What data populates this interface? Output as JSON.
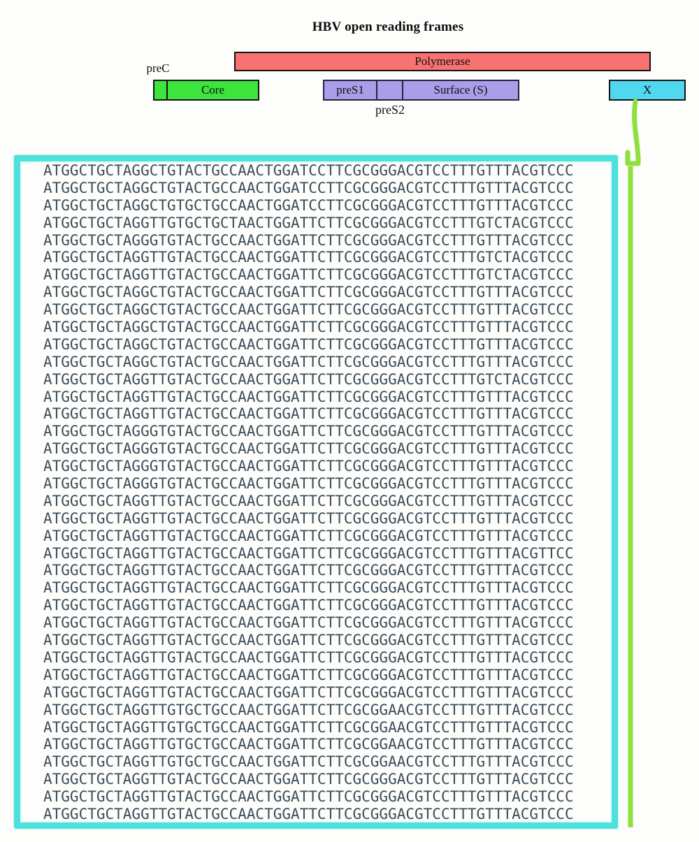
{
  "figure": {
    "title": "HBV open reading frames",
    "orf_map": {
      "polymerase_label": "Polymerase",
      "preC_label": "preC",
      "core_label": "Core",
      "preS1_label": "preS1",
      "preS2_label": "preS2",
      "surface_label": "Surface (S)",
      "x_label": "X"
    },
    "colors": {
      "polymerase": "#f87272",
      "core": "#3ce43c",
      "surface": "#ab9de9",
      "x_gene": "#4fd8ee",
      "seq_box_border": "#4ce1da",
      "connector": "#8ee03e"
    },
    "sequences": [
      "ATGGCTGCTAGGCTGTACTGCCAACTGGATCCTTCGCGGGACGTCCTTTGTTTACGTCCC",
      "ATGGCTGCTAGGCTGTACTGCCAACTGGATCCTTCGCGGGACGTCCTTTGTTTACGTCCC",
      "ATGGCTGCTAGGCTGTGCTGCCAACTGGATCCTTCGCGGGACGTCCTTTGTTTACGTCCC",
      "ATGGCTGCTAGGTTGTGCTGCTAACTGGATTCTTCGCGGGACGTCCTTTGTCTACGTCCC",
      "ATGGCTGCTAGGGTGTACTGCCAACTGGATTCTTCGCGGGACGTCCTTTGTTTACGTCCC",
      "ATGGCTGCTAGGTTGTACTGCCAACTGGATTCTTCGCGGGACGTCCTTTGTCTACGTCCC",
      "ATGGCTGCTAGGTTGTACTGCCAACTGGATTCTTCGCGGGACGTCCTTTGTCTACGTCCC",
      "ATGGCTGCTAGGCTGTACTGCCAACTGGATTCTTCGCGGGACGTCCTTTGTTTACGTCCC",
      "ATGGCTGCTAGGCTGTACTGCCAACTGGATTCTTCGCGGGACGTCCTTTGTTTACGTCCC",
      "ATGGCTGCTAGGCTGTACTGCCAACTGGATTCTTCGCGGGACGTCCTTTGTTTACGTCCC",
      "ATGGCTGCTAGGCTGTACTGCCAACTGGATTCTTCGCGGGACGTCCTTTGTTTACGTCCC",
      "ATGGCTGCTAGGCTGTACTGCCAACTGGATTCTTCGCGGGACGTCCTTTGTTTACGTCCC",
      "ATGGCTGCTAGGTTGTACTGCCAACTGGATTCTTCGCGGGACGTCCTTTGTCTACGTCCC",
      "ATGGCTGCTAGGTTGTACTGCCAACTGGATTCTTCGCGGGACGTCCTTTGTTTACGTCCC",
      "ATGGCTGCTAGGTTGTACTGCCAACTGGATTCTTCGCGGGACGTCCTTTGTTTACGTCCC",
      "ATGGCTGCTAGGGTGTACTGCCAACTGGATTCTTCGCGGGACGTCCTTTGTTTACGTCCC",
      "ATGGCTGCTAGGGTGTACTGCCAACTGGATTCTTCGCGGGACGTCCTTTGTTTACGTCCC",
      "ATGGCTGCTAGGGTGTACTGCCAACTGGATTCTTCGCGGGACGTCCTTTGTTTACGTCCC",
      "ATGGCTGCTAGGGTGTACTGCCAACTGGATTCTTCGCGGGACGTCCTTTGTTTACGTCCC",
      "ATGGCTGCTAGGTTGTACTGCCAACTGGATTCTTCGCGGGACGTCCTTTGTTTACGTCCC",
      "ATGGCTGCTAGGTTGTACTGCCAACTGGATTCTTCGCGGGACGTCCTTTGTTTACGTCCC",
      "ATGGCTGCTAGGTTGTACTGCCAACTGGATTCTTCGCGGGACGTCCTTTGTTTACGTCCC",
      "ATGGCTGCTAGGTTGTACTGCCAACTGGATTCTTCGCGGGACGTCCTTTGTTTACGTTCC",
      "ATGGCTGCTAGGTTGTACTGCCAACTGGATTCTTCGCGGGACGTCCTTTGTTTACGTCCC",
      "ATGGCTGCTAGGTTGTACTGCCAACTGGATTCTTCGCGGGACGTCCTTTGTTTACGTCCC",
      "ATGGCTGCTAGGTTGTACTGCCAACTGGATTCTTCGCGGGACGTCCTTTGTTTACGTCCC",
      "ATGGCTGCTAGGTTGTACTGCCAACTGGATTCTTCGCGGGACGTCCTTTGTTTACGTCCC",
      "ATGGCTGCTAGGTTGTACTGCCAACTGGATTCTTCGCGGGACGTCCTTTGTTTACGTCCC",
      "ATGGCTGCTAGGTTGTACTGCCAACTGGATTCTTCGCGGGACGTCCTTTGTTTACGTCCC",
      "ATGGCTGCTAGGTTGTACTGCCAACTGGATTCTTCGCGGGACGTCCTTTGTTTACGTCCC",
      "ATGGCTGCTAGGTTGTACTGCCAACTGGATTCTTCGCGGGACGTCCTTTGTTTACGTCCC",
      "ATGGCTGCTAGGTTGTGCTGCCAACTGGATTCTTCGCGGAACGTCCTTTGTTTACGTCCC",
      "ATGGCTGCTAGGTTGTGCTGCCAACTGGATTCTTCGCGGAACGTCCTTTGTTTACGTCCC",
      "ATGGCTGCTAGGTTGTGCTGCCAACTGGATTCTTCGCGGAACGTCCTTTGTTTACGTCCC",
      "ATGGCTGCTAGGTTGTGCTGCCAACTGGATTCTTCGCGGAACGTCCTTTGTTTACGTCCC",
      "ATGGCTGCTAGGTTGTACTGCCAACTGGATTCTTCGCGGGACGTCCTTTGTTTACGTCCC",
      "ATGGCTGCTAGGTTGTACTGCCAACTGGATTCTTCGCGGGACGTCCTTTGTTTACGTCCC",
      "ATGGCTGCTAGGTTGTACTGCCAACTGGATTCTTCGCGGGACGTCCTTTGTTTACGTCCC"
    ]
  }
}
